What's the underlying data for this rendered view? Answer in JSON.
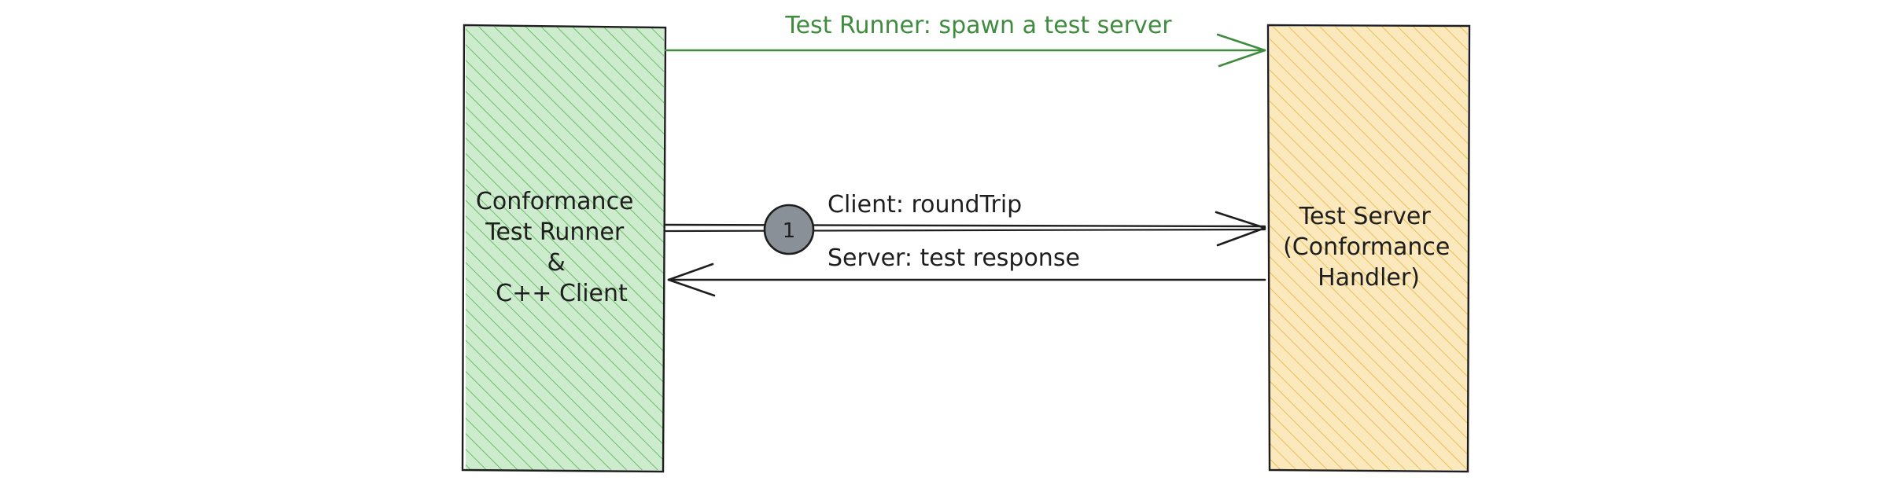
{
  "colors": {
    "runner_fill": "#6cc46c",
    "runner_hatch": "#2e9a2e",
    "server_fill": "#f3c451",
    "server_hatch": "#e0a81a",
    "box_stroke": "#1e1e1e",
    "green_arrow": "#3f8c3f",
    "arrow": "#1e1e1e",
    "badge_fill": "#8a9097",
    "badge_stroke": "#1e1e1e"
  },
  "boxes": {
    "runner": {
      "lines": [
        "Conformance",
        "Test Runner",
        "&",
        "C++ Client"
      ]
    },
    "server": {
      "lines": [
        "Test Server",
        "(Conformance",
        "Handler)"
      ]
    }
  },
  "arrows": {
    "spawn": {
      "label": "Test Runner: spawn a test server"
    },
    "request": {
      "label": "Client: roundTrip"
    },
    "response": {
      "label": "Server: test response"
    }
  },
  "badge": {
    "text": "1"
  }
}
